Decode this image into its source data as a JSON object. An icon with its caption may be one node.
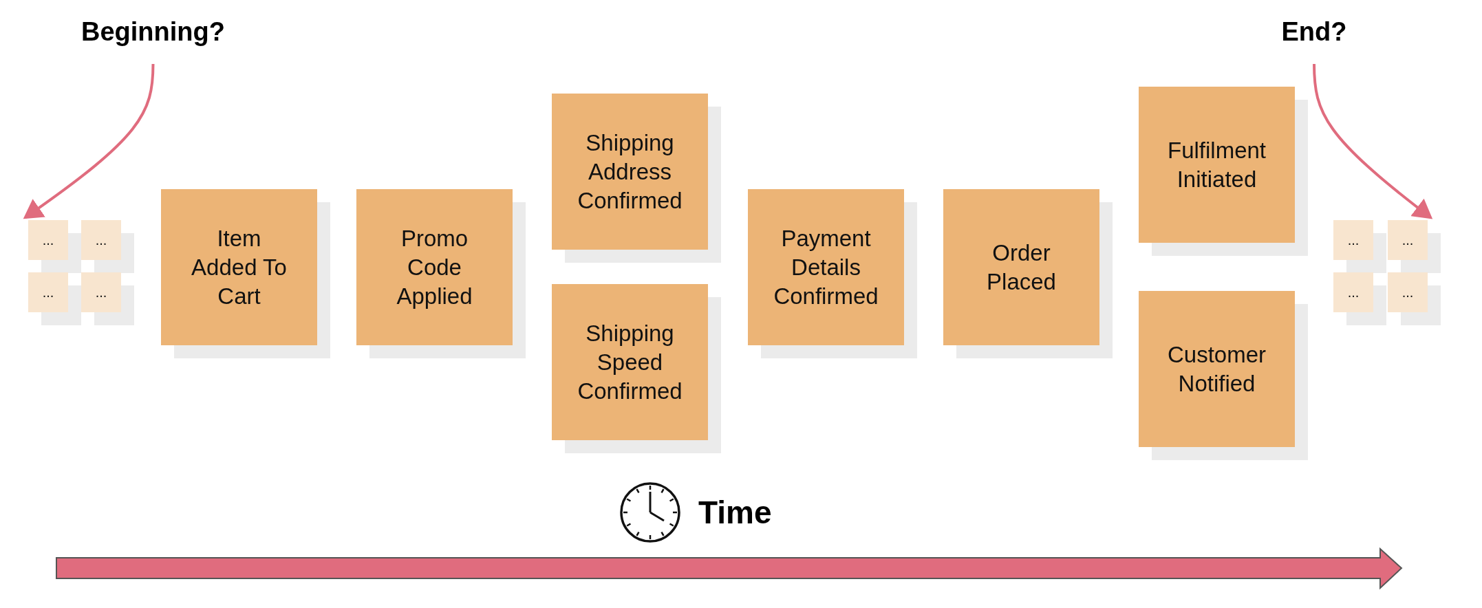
{
  "diagram": {
    "nodes": [
      {
        "text": [
          "Beginning?"
        ]
      },
      {
        "text": [
          "End?"
        ]
      },
      {
        "text": [
          "..."
        ]
      },
      {
        "text": [
          "..."
        ]
      },
      {
        "text": [
          "..."
        ]
      },
      {
        "text": [
          "..."
        ]
      },
      {
        "text": [
          "Item Added To Cart"
        ]
      },
      {
        "text": [
          "Promo Code Applied"
        ]
      },
      {
        "text": [
          "Shipping Address Confirmed"
        ]
      },
      {
        "text": [
          "Shipping Speed Confirmed"
        ]
      },
      {
        "text": [
          "Payment Details Confirmed"
        ]
      },
      {
        "text": [
          "Order Placed"
        ]
      },
      {
        "text": [
          "Fulfilment Initiated"
        ]
      },
      {
        "text": [
          "Customer Notified"
        ]
      },
      {
        "text": [
          "..."
        ]
      },
      {
        "text": [
          "..."
        ]
      },
      {
        "text": [
          "..."
        ]
      },
      {
        "text": [
          "..."
        ]
      }
    ],
    "edges": [
      {
        "from": 0,
        "to": 2,
        "arrow": "to"
      },
      {
        "from": 1,
        "to": 15,
        "arrow": "to"
      }
    ],
    "labels": [
      "Time"
    ]
  }
}
